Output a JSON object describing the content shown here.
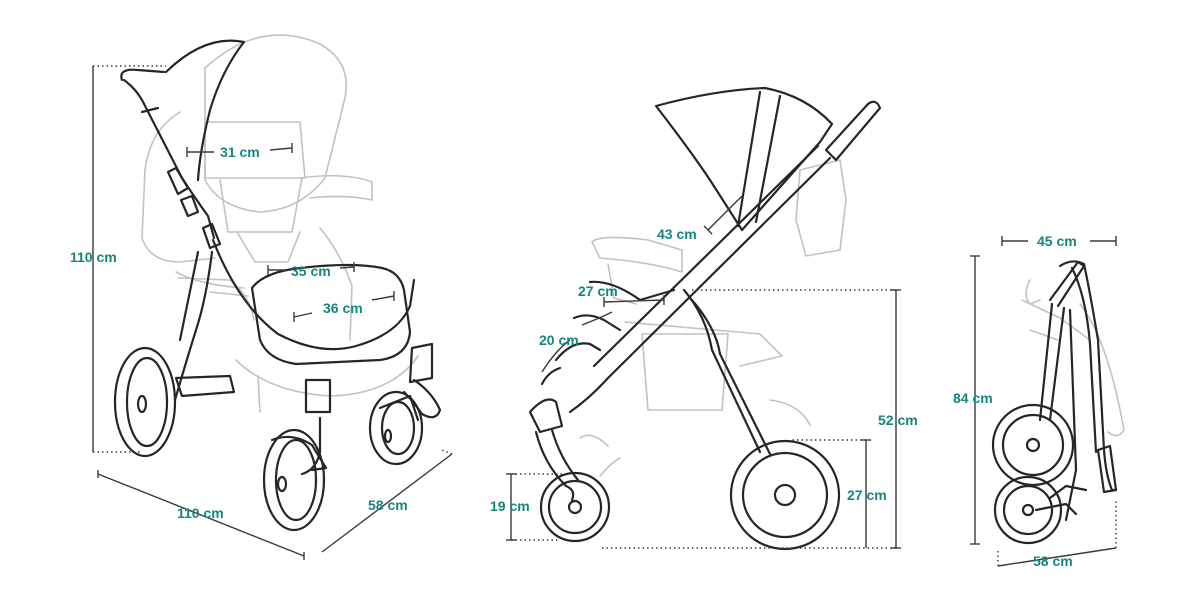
{
  "colors": {
    "label": "#15867e",
    "outline_dark": "#262626",
    "outline_light": "#c2c2c2",
    "dimension_line": "#3a3a3a"
  },
  "icons": [
    "stroller-front-view",
    "stroller-side-view",
    "stroller-folded-view"
  ],
  "front_view": {
    "height": "110 cm",
    "length": "110 cm",
    "width": "58 cm",
    "seat_width": "31 cm",
    "seat_depth": "35 cm",
    "footrest_width": "36 cm"
  },
  "side_view": {
    "backrest_height": "43 cm",
    "seat_length": "27 cm",
    "footrest_length": "20 cm",
    "seat_height": "52 cm",
    "rear_wheel": "27 cm",
    "front_wheel": "19 cm"
  },
  "folded_view": {
    "width": "45 cm",
    "height": "84 cm",
    "length": "58 cm"
  }
}
